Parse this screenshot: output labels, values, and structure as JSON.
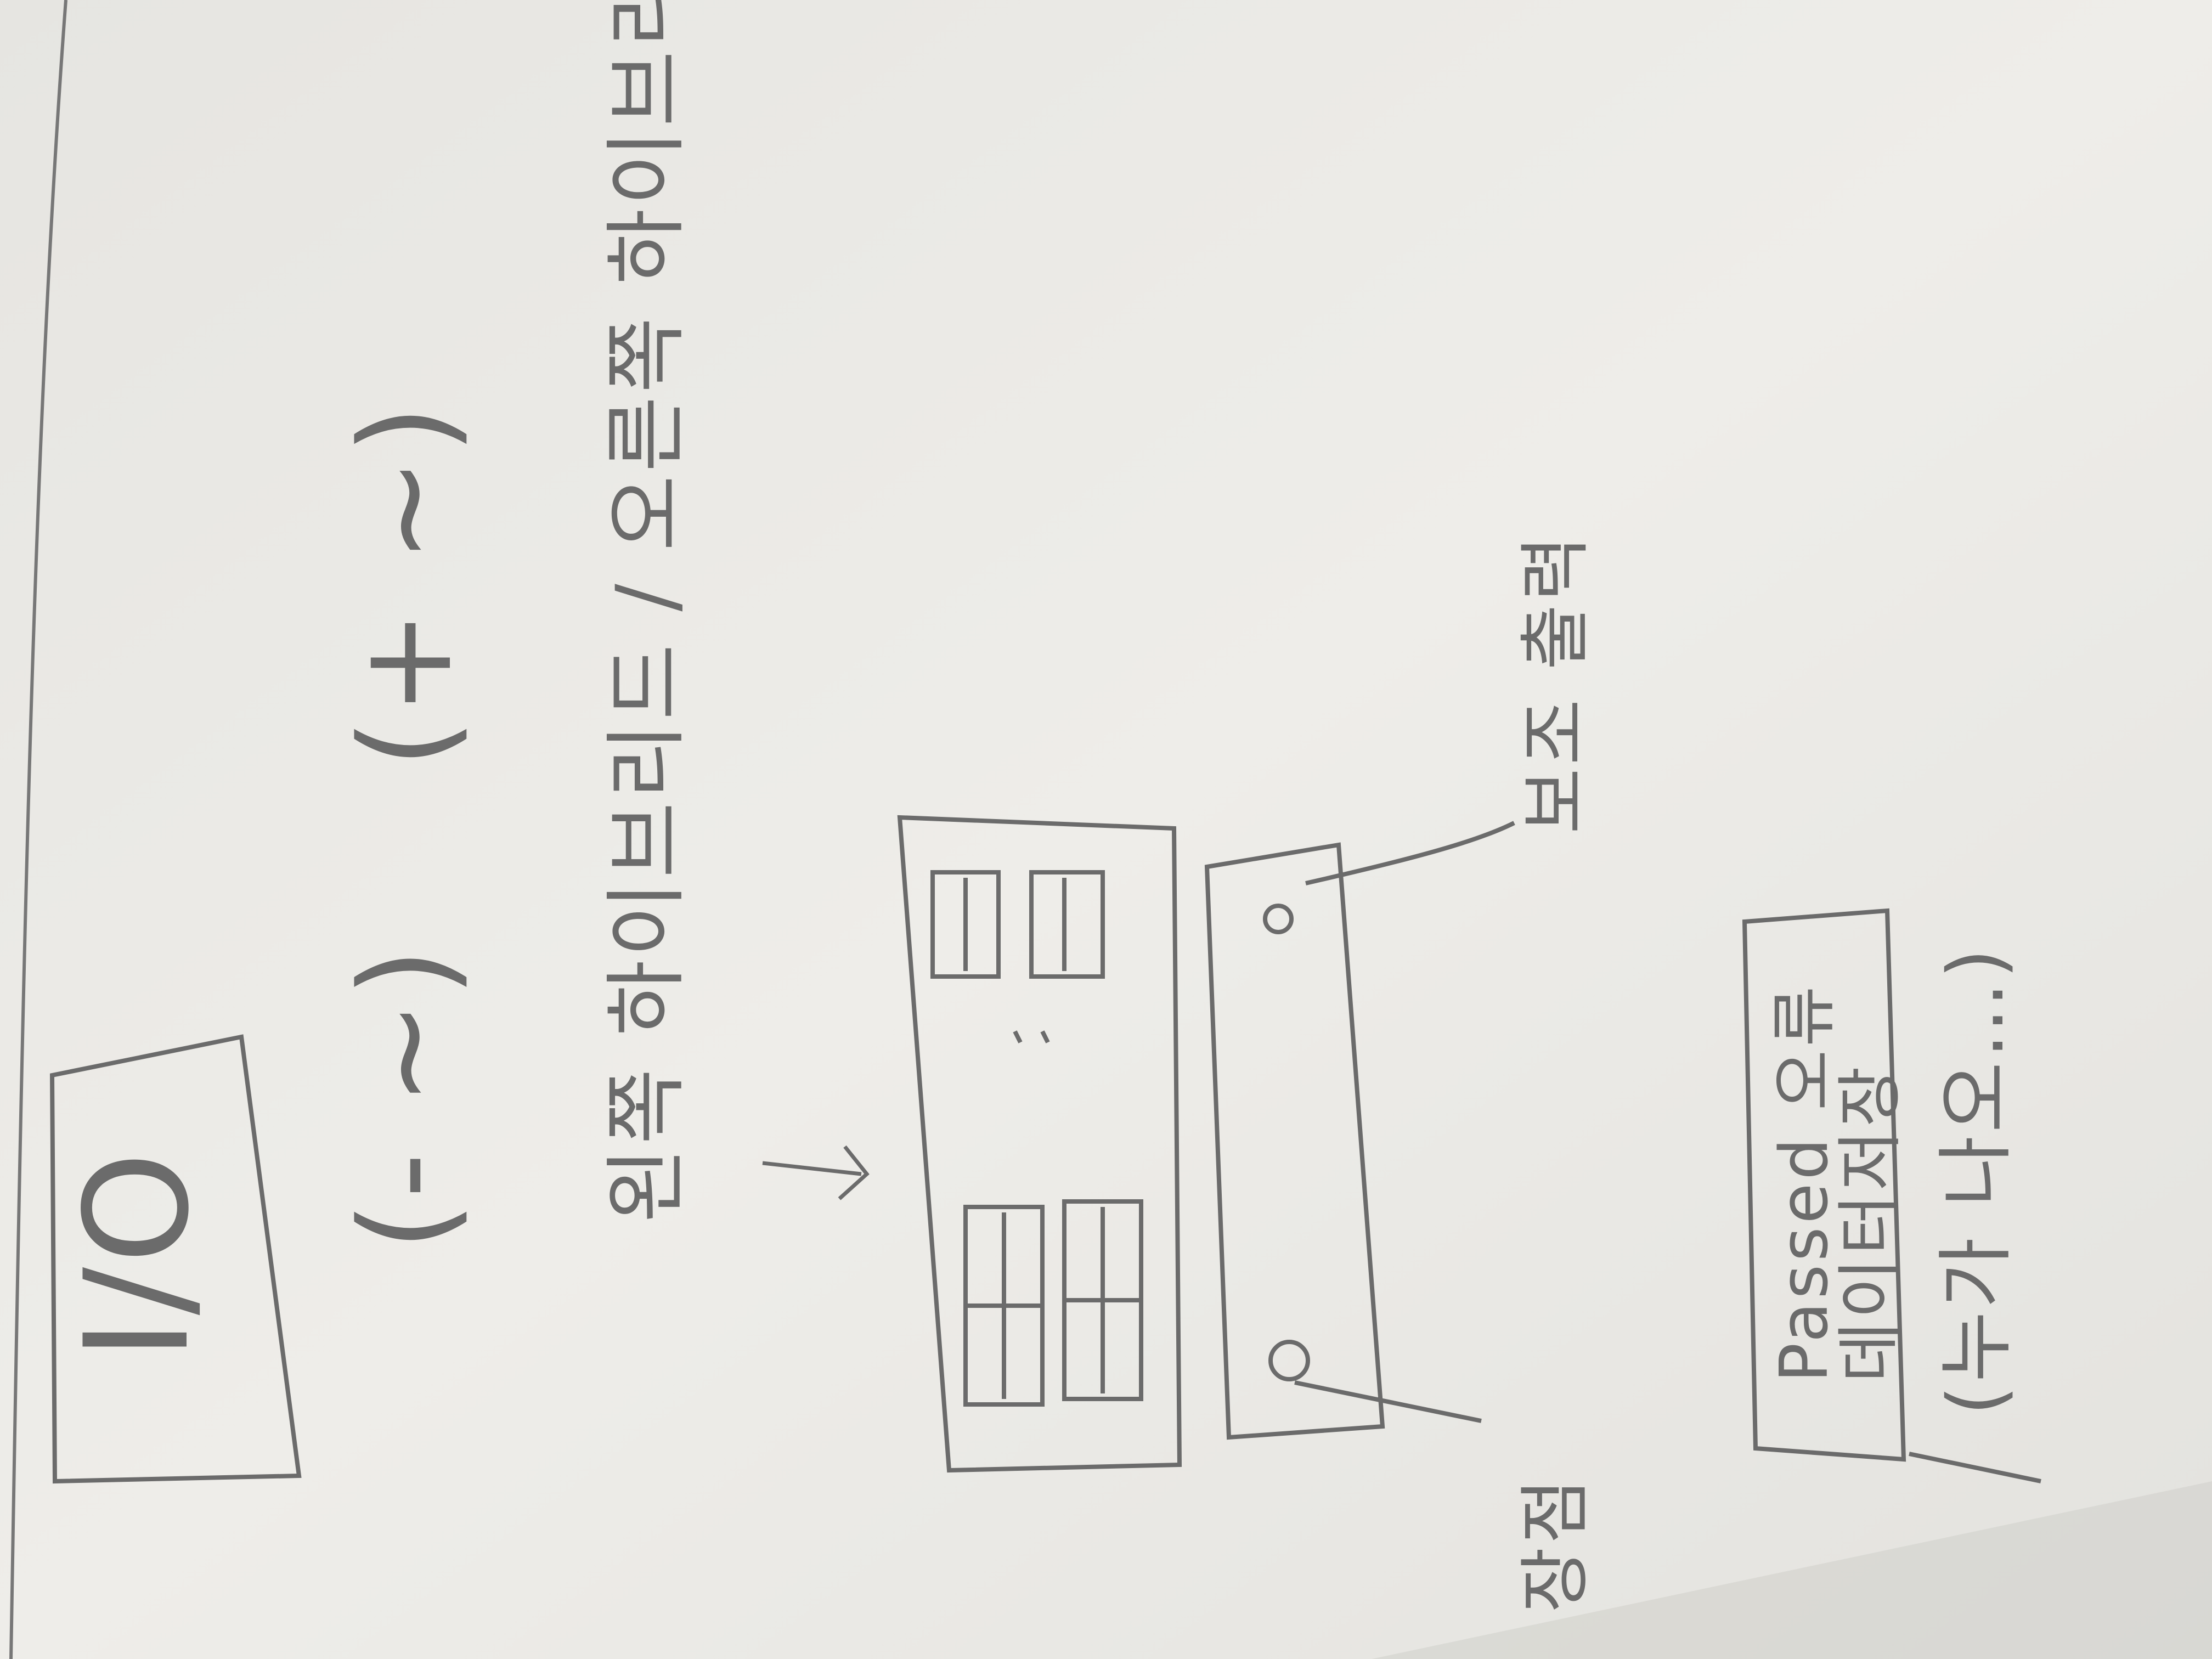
{
  "photo": {
    "subject": "pencil-sketch-on-paper",
    "colors": {
      "paper": "#ecebe7",
      "paper_shadow": "#cfcfcb",
      "pencil": "#6b6b6b",
      "pencil_light": "#8c8c8c"
    }
  },
  "sketch": {
    "io_box_label": "I/O",
    "minus_label": "(- ~)",
    "plus_label": "(+ ~)",
    "annotation_line": "왼쪽 하이브리드 / 오른쪽 하이브리드 출력",
    "left_label": "장점",
    "right_label": "보조 출력",
    "box_text": [
      "Passed 오류",
      "데이터저장"
    ],
    "bottom_note": "(누가 나오…)"
  }
}
